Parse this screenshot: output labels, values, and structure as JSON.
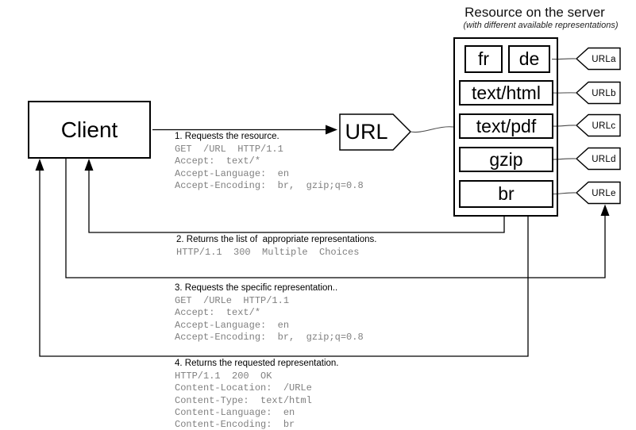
{
  "colors": {
    "line": "#000000",
    "mono_text": "#808080",
    "background": "#ffffff"
  },
  "client": {
    "label": "Client"
  },
  "url_node": {
    "label": "URL"
  },
  "server": {
    "title": "Resource on the server",
    "subtitle": "(with different available representations)",
    "representations": [
      {
        "label": "fr"
      },
      {
        "label": "de"
      },
      {
        "label": "text/html"
      },
      {
        "label": "text/pdf"
      },
      {
        "label": "gzip"
      },
      {
        "label": "br"
      }
    ],
    "url_tags": [
      {
        "label": "URLa"
      },
      {
        "label": "URLb"
      },
      {
        "label": "URLc"
      },
      {
        "label": "URLd"
      },
      {
        "label": "URLe"
      }
    ]
  },
  "flows": [
    {
      "label": "1. Requests the resource.",
      "lines": [
        "GET  /URL  HTTP/1.1",
        "Accept:  text/*",
        "Accept-Language:  en",
        "Accept-Encoding:  br,  gzip;q=0.8"
      ]
    },
    {
      "label": "2. Returns the list of  appropriate representations.",
      "lines": [
        "HTTP/1.1  300  Multiple  Choices"
      ]
    },
    {
      "label": "3. Requests the specific representation..",
      "lines": [
        "GET  /URLe  HTTP/1.1",
        "Accept:  text/*",
        "Accept-Language:  en",
        "Accept-Encoding:  br,  gzip;q=0.8"
      ]
    },
    {
      "label": "4. Returns the requested representation.",
      "lines": [
        "HTTP/1.1  200  OK",
        "Content-Location:  /URLe",
        "Content-Type:  text/html",
        "Content-Language:  en",
        "Content-Encoding:  br"
      ]
    }
  ]
}
